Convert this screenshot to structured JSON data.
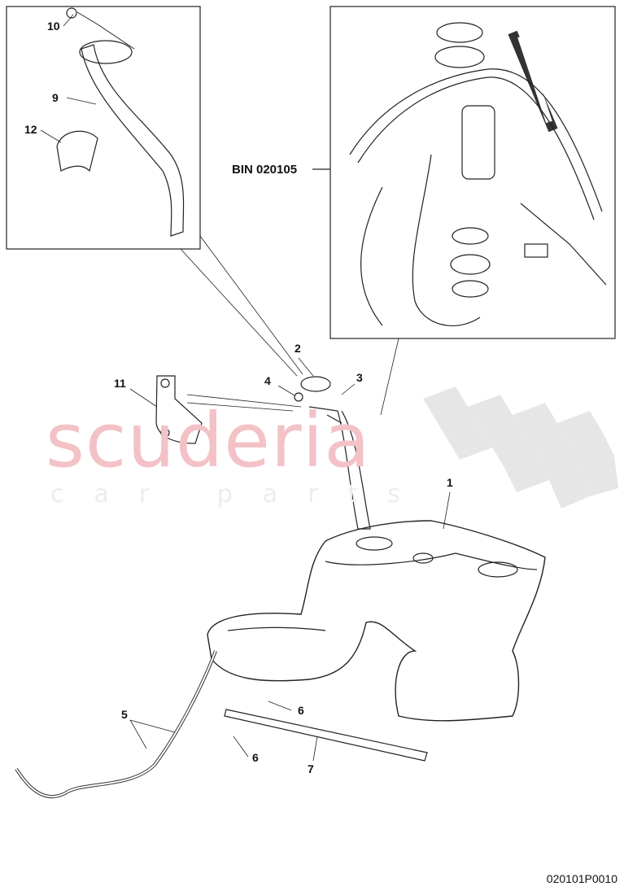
{
  "watermark": {
    "main": "scuderia",
    "sub": "car parts"
  },
  "reference_label": "BIN 020105",
  "drawing_code": "020101P0010",
  "callouts": [
    {
      "id": "10"
    },
    {
      "id": "9"
    },
    {
      "id": "12"
    },
    {
      "id": "2"
    },
    {
      "id": "4"
    },
    {
      "id": "3"
    },
    {
      "id": "11"
    },
    {
      "id": "1"
    },
    {
      "id": "6"
    },
    {
      "id": "6"
    },
    {
      "id": "5"
    },
    {
      "id": "7"
    }
  ],
  "colors": {
    "watermark": "#f3c2c6",
    "line": "#111111"
  }
}
